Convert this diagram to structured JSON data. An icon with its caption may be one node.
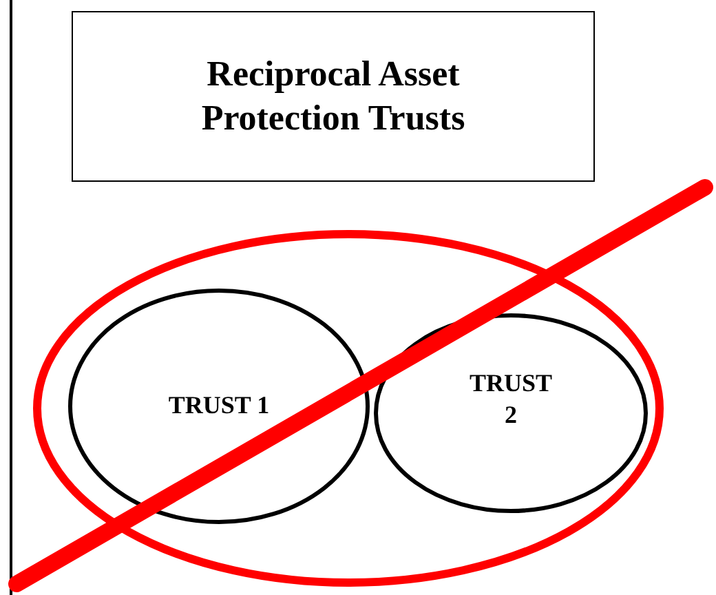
{
  "diagram": {
    "nodes": [
      {
        "text": [
          "Reciprocal Asset Protection Trusts"
        ]
      },
      {
        "text": [],
        "shape": "circle"
      },
      {
        "text": [
          "TRUST 1"
        ],
        "in": 1
      },
      {
        "text": [
          "TRUST 2"
        ],
        "in": 1
      }
    ]
  }
}
